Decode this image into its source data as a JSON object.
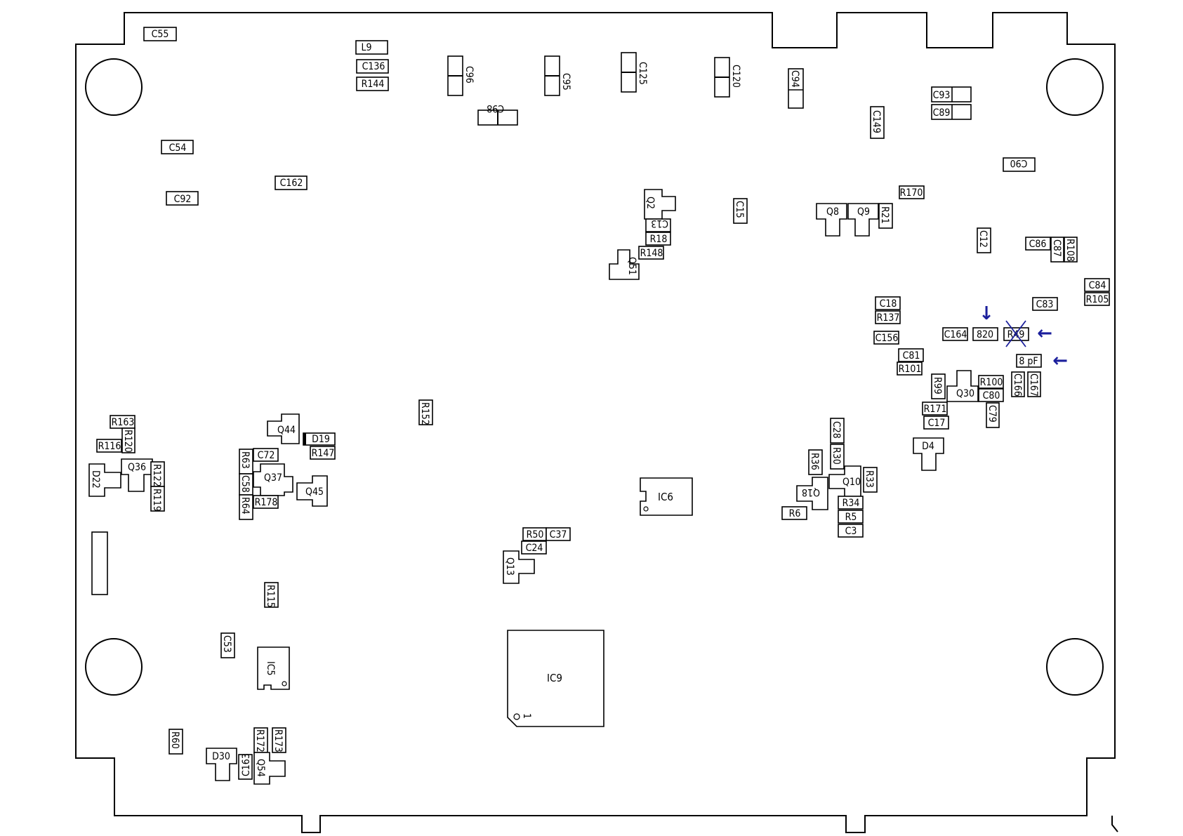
{
  "board": {
    "mounting_holes": 4,
    "parts": [
      {
        "ref": "C55"
      },
      {
        "ref": "L9"
      },
      {
        "ref": "C136"
      },
      {
        "ref": "R144"
      },
      {
        "ref": "C96"
      },
      {
        "ref": "C98"
      },
      {
        "ref": "C95"
      },
      {
        "ref": "C125"
      },
      {
        "ref": "C120"
      },
      {
        "ref": "C94"
      },
      {
        "ref": "C93"
      },
      {
        "ref": "C89"
      },
      {
        "ref": "C149"
      },
      {
        "ref": "C90"
      },
      {
        "ref": "C54"
      },
      {
        "ref": "C162"
      },
      {
        "ref": "C92"
      },
      {
        "ref": "Q2"
      },
      {
        "ref": "C13"
      },
      {
        "ref": "R18"
      },
      {
        "ref": "R148"
      },
      {
        "ref": "Q51"
      },
      {
        "ref": "C15"
      },
      {
        "ref": "R170"
      },
      {
        "ref": "Q8"
      },
      {
        "ref": "Q9"
      },
      {
        "ref": "R21"
      },
      {
        "ref": "C12"
      },
      {
        "ref": "C86"
      },
      {
        "ref": "C87"
      },
      {
        "ref": "R108"
      },
      {
        "ref": "C84"
      },
      {
        "ref": "R105"
      },
      {
        "ref": "C83"
      },
      {
        "ref": "C18"
      },
      {
        "ref": "R137"
      },
      {
        "ref": "C156"
      },
      {
        "ref": "C164"
      },
      {
        "ref": "820"
      },
      {
        "ref": "R49"
      },
      {
        "ref": "8 pF"
      },
      {
        "ref": "C81"
      },
      {
        "ref": "R101"
      },
      {
        "ref": "R99"
      },
      {
        "ref": "Q30"
      },
      {
        "ref": "R100"
      },
      {
        "ref": "C80"
      },
      {
        "ref": "C166"
      },
      {
        "ref": "C167"
      },
      {
        "ref": "R171"
      },
      {
        "ref": "C17"
      },
      {
        "ref": "C79"
      },
      {
        "ref": "D4"
      },
      {
        "ref": "C28"
      },
      {
        "ref": "R30"
      },
      {
        "ref": "R36"
      },
      {
        "ref": "Q10"
      },
      {
        "ref": "R33"
      },
      {
        "ref": "Q18"
      },
      {
        "ref": "R34"
      },
      {
        "ref": "R6"
      },
      {
        "ref": "R5"
      },
      {
        "ref": "C3"
      },
      {
        "ref": "R152"
      },
      {
        "ref": "IC6"
      },
      {
        "ref": "R50"
      },
      {
        "ref": "C37"
      },
      {
        "ref": "C24"
      },
      {
        "ref": "Q13"
      },
      {
        "ref": "IC9"
      },
      {
        "ref": "1"
      },
      {
        "ref": "R163"
      },
      {
        "ref": "R120"
      },
      {
        "ref": "R116"
      },
      {
        "ref": "Q36"
      },
      {
        "ref": "R122"
      },
      {
        "ref": "R119"
      },
      {
        "ref": "D22"
      },
      {
        "ref": "Q44"
      },
      {
        "ref": "D19"
      },
      {
        "ref": "R147"
      },
      {
        "ref": "R63"
      },
      {
        "ref": "C72"
      },
      {
        "ref": "C58"
      },
      {
        "ref": "Q37"
      },
      {
        "ref": "R64"
      },
      {
        "ref": "R178"
      },
      {
        "ref": "Q45"
      },
      {
        "ref": "R115"
      },
      {
        "ref": "C53"
      },
      {
        "ref": "IC5"
      },
      {
        "ref": "R60"
      },
      {
        "ref": "R172"
      },
      {
        "ref": "R173"
      },
      {
        "ref": "D30"
      },
      {
        "ref": "C163"
      },
      {
        "ref": "Q54"
      }
    ]
  },
  "annotations": {
    "arrow_down": "↓",
    "arrow_left_1": "←",
    "arrow_left_2": "←",
    "crossed_out_ref": "R49",
    "replacement_value": "820",
    "added_value": "8 pF"
  },
  "colors": {
    "outline": "#000000",
    "annotation": "#1b1f9c",
    "background": "#ffffff"
  }
}
